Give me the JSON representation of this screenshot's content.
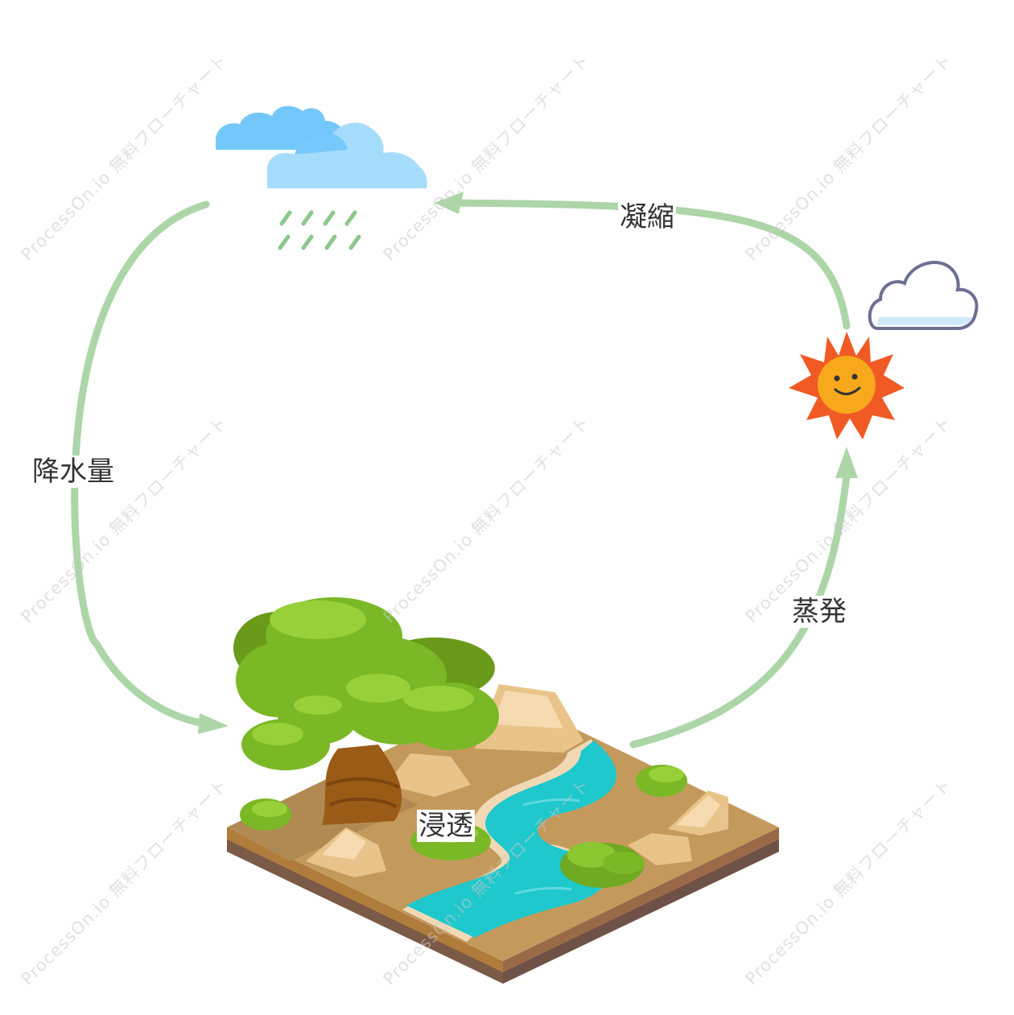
{
  "labels": {
    "condensation": "凝縮",
    "precipitation": "降水量",
    "evaporation": "蒸発",
    "infiltration": "浸透"
  },
  "watermark": "ProcessOn.io 無料フローチャート",
  "colors": {
    "arrow": "#acd5a8",
    "water": "#1ec8cc",
    "sun": "#f15a24",
    "cloud_rain": "#a6dcfb",
    "foliage": "#7ab826",
    "soil": "#c49a5c"
  }
}
